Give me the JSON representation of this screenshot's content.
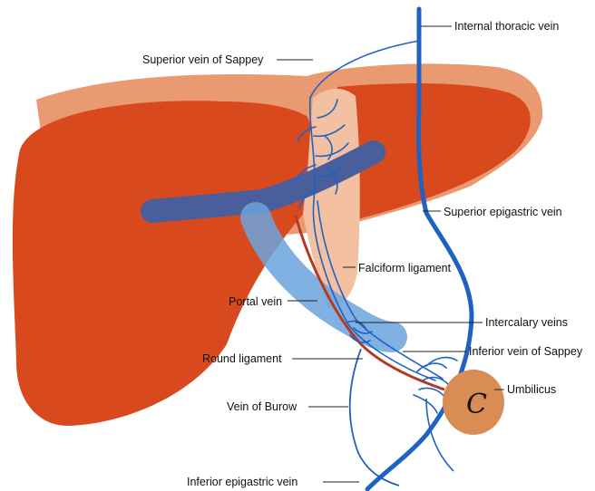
{
  "colors": {
    "liver_dark": "#d9491e",
    "liver_light": "#ea9a71",
    "ligament": "#f3c1a2",
    "vein_dark": "#1f62c1",
    "vein_light": "#6aa3dd",
    "portal": "#4a5e9c",
    "round_ligament": "#b23a25",
    "umbilicus": "#d98d55",
    "umbilicus_mark": "#5a1e10",
    "leader": "#222222"
  },
  "labels": {
    "internal_thoracic_vein": "Internal thoracic vein",
    "superior_vein_of_sappey": "Superior vein of Sappey",
    "superior_epigastric_vein": "Superior epigastric vein",
    "falciform_ligament": "Falciform ligament",
    "portal_vein": "Portal vein",
    "intercalary_veins": "Intercalary veins",
    "round_ligament": "Round ligament",
    "inferior_vein_of_sappey": "Inferior vein of Sappey",
    "umbilicus": "Umbilicus",
    "vein_of_burow": "Vein of Burow",
    "inferior_epigastric_vein": "Inferior epigastric vein"
  },
  "umbilicus_mark": "C"
}
